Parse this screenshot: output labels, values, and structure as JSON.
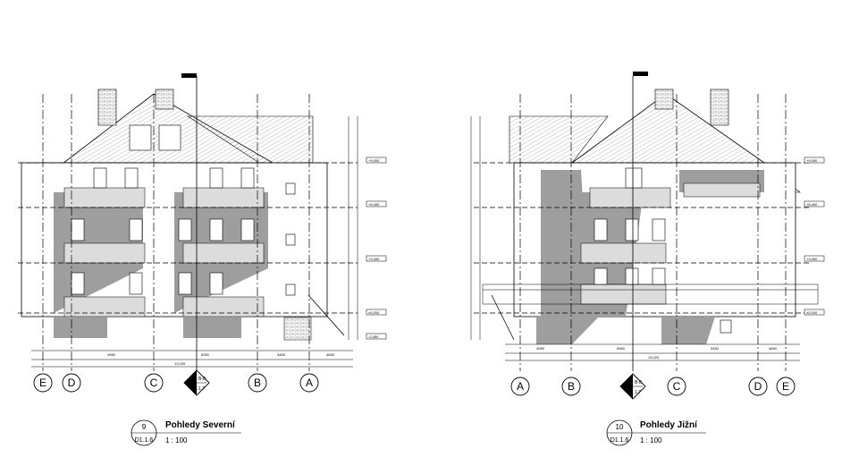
{
  "views": [
    {
      "id": "north",
      "title": "Pohledy Severní",
      "number": "9",
      "sheet": "D1.1.6",
      "scale": "1 : 100",
      "section_mark": {
        "name": "B-B",
        "sheet": "D1.1.7"
      },
      "axes": [
        "E",
        "D",
        "C",
        "B",
        "A"
      ],
      "level_labels": [
        "+9,000",
        "+6,400",
        "+3,450",
        "±0,000",
        "-0,450"
      ],
      "dims_bottom": [
        "13,020",
        "4950",
        "5950",
        "3450",
        "4650"
      ]
    },
    {
      "id": "south",
      "title": "Pohledy Jižní",
      "number": "10",
      "sheet": "D1.1.6",
      "scale": "1 : 100",
      "section_mark": {
        "name": "B-B",
        "sheet": "D1.1.7"
      },
      "axes": [
        "A",
        "B",
        "C",
        "D",
        "E"
      ],
      "level_labels": [
        "+9,000",
        "+6,400",
        "+3,450",
        "±0,000"
      ],
      "dims_bottom": [
        "13,020",
        "4950",
        "5950",
        "3450",
        "4650"
      ]
    }
  ],
  "colors": {
    "line": "#000000",
    "hatch": "#8a8a8a",
    "shade": "#9e9e9e",
    "paper": "#ffffff"
  }
}
